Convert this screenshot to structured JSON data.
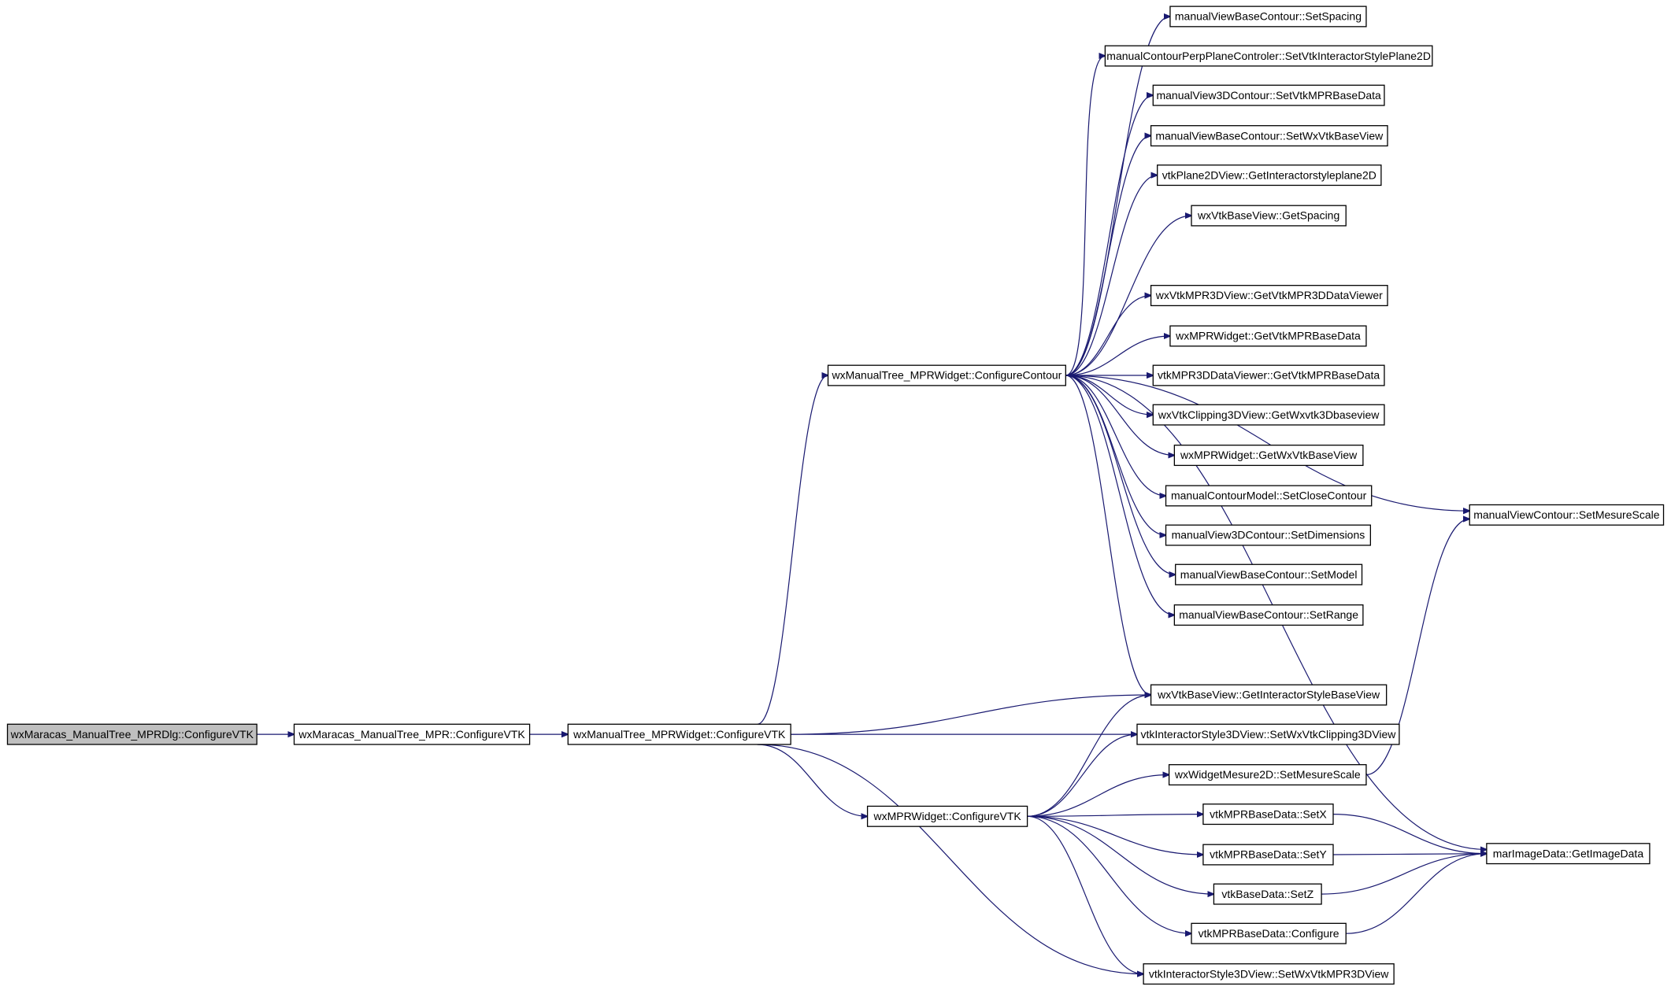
{
  "diagram": {
    "type": "call-graph",
    "edge_color": "#191970",
    "root_fill": "#bfbfbf",
    "nodes": [
      {
        "id": "root",
        "label": "wxMaracas_ManualTree_MPRDlg::ConfigureVTK"
      },
      {
        "id": "mpr",
        "label": "wxMaracas_ManualTree_MPR::ConfigureVTK"
      },
      {
        "id": "mprwCfg",
        "label": "wxManualTree_MPRWidget::ConfigureVTK"
      },
      {
        "id": "contour",
        "label": "wxManualTree_MPRWidget::ConfigureContour"
      },
      {
        "id": "wxmprCfg",
        "label": "wxMPRWidget::ConfigureVTK"
      },
      {
        "id": "n1",
        "label": "manualViewBaseContour::SetSpacing"
      },
      {
        "id": "n2",
        "label": "manualContourPerpPlaneControler::SetVtkInteractorStylePlane2D"
      },
      {
        "id": "n3",
        "label": "manualView3DContour::SetVtkMPRBaseData"
      },
      {
        "id": "n4",
        "label": "manualViewBaseContour::SetWxVtkBaseView"
      },
      {
        "id": "n5",
        "label": "vtkPlane2DView::GetInteractorstyleplane2D"
      },
      {
        "id": "n6",
        "label": "wxVtkBaseView::GetSpacing"
      },
      {
        "id": "n7",
        "label": "wxVtkMPR3DView::GetVtkMPR3DDataViewer"
      },
      {
        "id": "n8",
        "label": "wxMPRWidget::GetVtkMPRBaseData"
      },
      {
        "id": "n9",
        "label": "vtkMPR3DDataViewer::GetVtkMPRBaseData"
      },
      {
        "id": "n10",
        "label": "wxVtkClipping3DView::GetWxvtk3Dbaseview"
      },
      {
        "id": "n11",
        "label": "wxMPRWidget::GetWxVtkBaseView"
      },
      {
        "id": "n12",
        "label": "manualContourModel::SetCloseContour"
      },
      {
        "id": "n13",
        "label": "manualView3DContour::SetDimensions"
      },
      {
        "id": "n14",
        "label": "manualViewBaseContour::SetModel"
      },
      {
        "id": "n15",
        "label": "manualViewBaseContour::SetRange"
      },
      {
        "id": "m1",
        "label": "wxVtkBaseView::GetInteractorStyleBaseView"
      },
      {
        "id": "m2",
        "label": "vtkInteractorStyle3DView::SetWxVtkClipping3DView"
      },
      {
        "id": "m3",
        "label": "wxWidgetMesure2D::SetMesureScale"
      },
      {
        "id": "m4",
        "label": "vtkMPRBaseData::SetX"
      },
      {
        "id": "m5",
        "label": "vtkMPRBaseData::SetY"
      },
      {
        "id": "m6",
        "label": "vtkBaseData::SetZ"
      },
      {
        "id": "m7",
        "label": "vtkMPRBaseData::Configure"
      },
      {
        "id": "m8",
        "label": "vtkInteractorStyle3DView::SetWxVtkMPR3DView"
      },
      {
        "id": "r1",
        "label": "manualViewContour::SetMesureScale"
      },
      {
        "id": "r2",
        "label": "marImageData::GetImageData"
      }
    ],
    "edges": [
      [
        "root",
        "mpr"
      ],
      [
        "mpr",
        "mprwCfg"
      ],
      [
        "mprwCfg",
        "contour"
      ],
      [
        "mprwCfg",
        "wxmprCfg"
      ],
      [
        "mprwCfg",
        "m1"
      ],
      [
        "mprwCfg",
        "m2"
      ],
      [
        "mprwCfg",
        "m8"
      ],
      [
        "contour",
        "n1"
      ],
      [
        "contour",
        "n2"
      ],
      [
        "contour",
        "n3"
      ],
      [
        "contour",
        "n4"
      ],
      [
        "contour",
        "n5"
      ],
      [
        "contour",
        "n6"
      ],
      [
        "contour",
        "n7"
      ],
      [
        "contour",
        "n8"
      ],
      [
        "contour",
        "n9"
      ],
      [
        "contour",
        "n10"
      ],
      [
        "contour",
        "n11"
      ],
      [
        "contour",
        "n12"
      ],
      [
        "contour",
        "n13"
      ],
      [
        "contour",
        "n14"
      ],
      [
        "contour",
        "n15"
      ],
      [
        "contour",
        "m1"
      ],
      [
        "contour",
        "r1"
      ],
      [
        "contour",
        "r2"
      ],
      [
        "wxmprCfg",
        "m1"
      ],
      [
        "wxmprCfg",
        "m2"
      ],
      [
        "wxmprCfg",
        "m3"
      ],
      [
        "wxmprCfg",
        "m4"
      ],
      [
        "wxmprCfg",
        "m5"
      ],
      [
        "wxmprCfg",
        "m6"
      ],
      [
        "wxmprCfg",
        "m7"
      ],
      [
        "wxmprCfg",
        "m8"
      ],
      [
        "m3",
        "r1"
      ],
      [
        "m4",
        "r2"
      ],
      [
        "m5",
        "r2"
      ],
      [
        "m6",
        "r2"
      ],
      [
        "m7",
        "r2"
      ]
    ]
  }
}
